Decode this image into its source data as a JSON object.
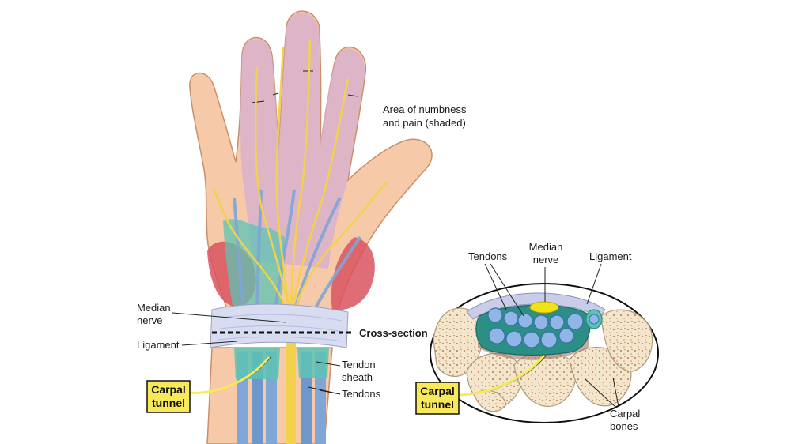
{
  "hand": {
    "numbness_line1": "Area of numbness",
    "numbness_line2": "and pain (shaded)",
    "median_line1": "Median",
    "median_line2": "nerve",
    "ligament": "Ligament",
    "cross_section": "Cross-section",
    "sheath_line1": "Tendon",
    "sheath_line2": "sheath",
    "tendons": "Tendons",
    "tunnel_line1": "Carpal",
    "tunnel_line2": "tunnel"
  },
  "section": {
    "tendons": "Tendons",
    "median_line1": "Median",
    "median_line2": "nerve",
    "ligament": "Ligament",
    "tunnel_line1": "Carpal",
    "tunnel_line2": "tunnel",
    "bones_line1": "Carpal",
    "bones_line2": "bones"
  },
  "colors": {
    "skin": "#f6c9a8",
    "shaded_area": "#d9b0cc",
    "nerve": "#f2d24a",
    "tendon": "#7fa6d6",
    "sheath": "#5cc3b4",
    "muscle": "#d9535f",
    "ligament": "#d8dcf0",
    "callout": "#f7e95a",
    "bone": "#f3e3c8"
  }
}
